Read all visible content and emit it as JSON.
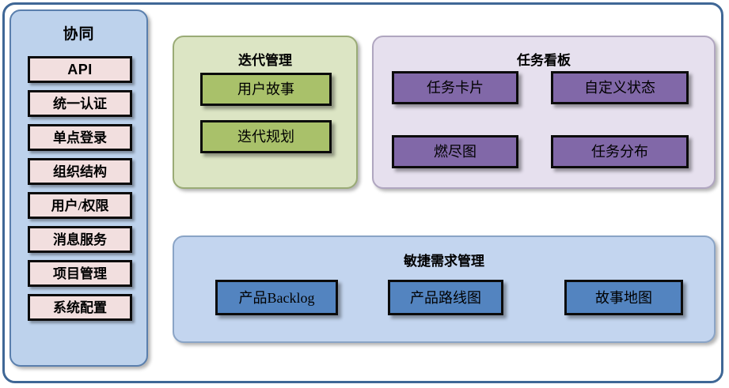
{
  "diagram": {
    "title_present": false,
    "colors": {
      "outer_border": "#3f6796",
      "collab_panel_bg": "#bdd2ec",
      "collab_item_bg": "#f2dfdf",
      "iteration_panel_bg": "#dce5c4",
      "iteration_box_bg": "#a9c16a",
      "taskboard_panel_bg": "#e6e0ee",
      "taskboard_box_bg": "#8168a8",
      "agile_panel_bg": "#c3d5ef",
      "agile_box_bg": "#5384c0",
      "box_border": "#0b0b0b"
    }
  },
  "collab": {
    "title": "协同",
    "items": [
      {
        "label": "API"
      },
      {
        "label": "统一认证"
      },
      {
        "label": "单点登录"
      },
      {
        "label": "组织结构"
      },
      {
        "label": "用户/权限"
      },
      {
        "label": "消息服务"
      },
      {
        "label": "项目管理"
      },
      {
        "label": "系统配置"
      }
    ]
  },
  "iteration": {
    "title": "迭代管理",
    "boxes": [
      {
        "label": "用户故事"
      },
      {
        "label": "迭代规划"
      }
    ]
  },
  "taskboard": {
    "title": "任务看板",
    "boxes": [
      {
        "label": "任务卡片"
      },
      {
        "label": "自定义状态"
      },
      {
        "label": "燃尽图"
      },
      {
        "label": "任务分布"
      }
    ]
  },
  "agile": {
    "title": "敏捷需求管理",
    "boxes": [
      {
        "label": "产品Backlog"
      },
      {
        "label": "产品路线图"
      },
      {
        "label": "故事地图"
      }
    ]
  }
}
